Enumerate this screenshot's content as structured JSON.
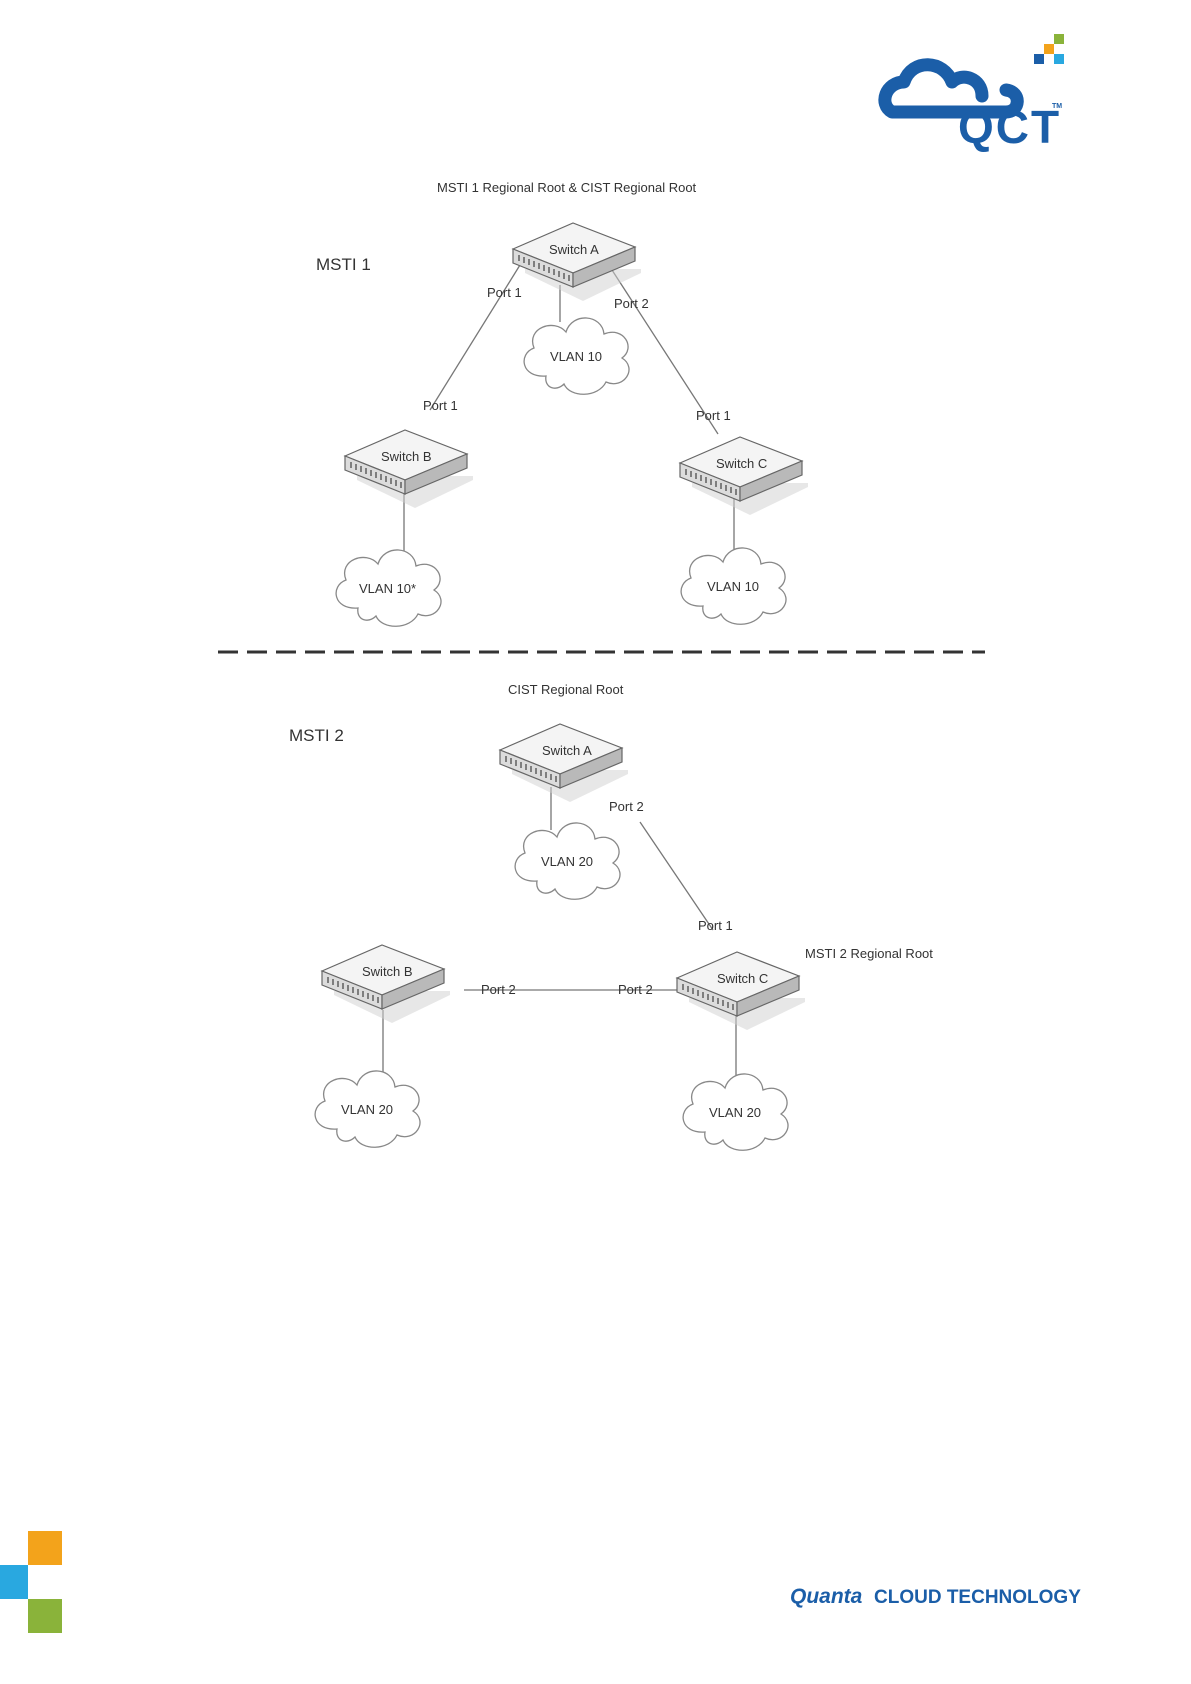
{
  "logo": {
    "text": "QCT",
    "tm": "TM",
    "colors": {
      "blue": "#1b5ea8",
      "green": "#8ab33a",
      "orange": "#f3a31b",
      "cyan": "#29a8e0"
    }
  },
  "footer": {
    "brand_name": "Quanta",
    "brand_suffix": "CLOUD TECHNOLOGY"
  },
  "msti1": {
    "section_label": "MSTI 1",
    "root_caption": "MSTI 1 Regional Root & CIST Regional Root",
    "switch_a": "Switch A",
    "switch_b": "Switch B",
    "switch_c": "Switch C",
    "a_port_left": "Port 1",
    "a_port_right": "Port 2",
    "b_port": "Port 1",
    "c_port": "Port 1",
    "vlan_a": "VLAN 10",
    "vlan_b": "VLAN 10*",
    "vlan_c": "VLAN 10"
  },
  "msti2": {
    "section_label": "MSTI 2",
    "root_caption": "CIST Regional Root",
    "c_caption": "MSTI 2 Regional Root",
    "switch_a": "Switch A",
    "switch_b": "Switch B",
    "switch_c": "Switch C",
    "a_port": "Port 2",
    "c_port_top": "Port 1",
    "b_port": "Port 2",
    "c_port_left": "Port 2",
    "vlan_a": "VLAN 20",
    "vlan_b": "VLAN 20",
    "vlan_c": "VLAN 20"
  }
}
